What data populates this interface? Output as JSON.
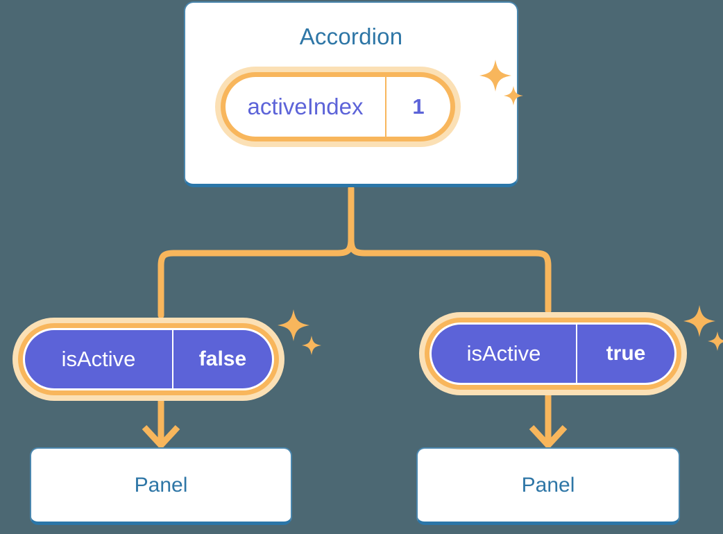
{
  "diagram": {
    "type": "component-state-tree",
    "background_color": "#4c6873",
    "accent_orange": "#f8b65c",
    "accent_halo": "#fbe0b5",
    "accent_blue": "#2e76a6",
    "accent_purple": "#5c63d8",
    "root": {
      "title": "Accordion",
      "state": {
        "key": "activeIndex",
        "value": "1",
        "style": "light-pill",
        "highlighted": true
      },
      "sparkle_name": "sparkle-decoration"
    },
    "children": [
      {
        "id": "left",
        "state": {
          "key": "isActive",
          "value": "false",
          "style": "solid-pill",
          "highlighted": true
        },
        "panel_label": "Panel",
        "arrow_name": "down-arrow-icon",
        "sparkle_name": "sparkle-decoration"
      },
      {
        "id": "right",
        "state": {
          "key": "isActive",
          "value": "true",
          "style": "solid-pill",
          "highlighted": true
        },
        "panel_label": "Panel",
        "arrow_name": "down-arrow-icon",
        "sparkle_name": "sparkle-decoration"
      }
    ]
  }
}
